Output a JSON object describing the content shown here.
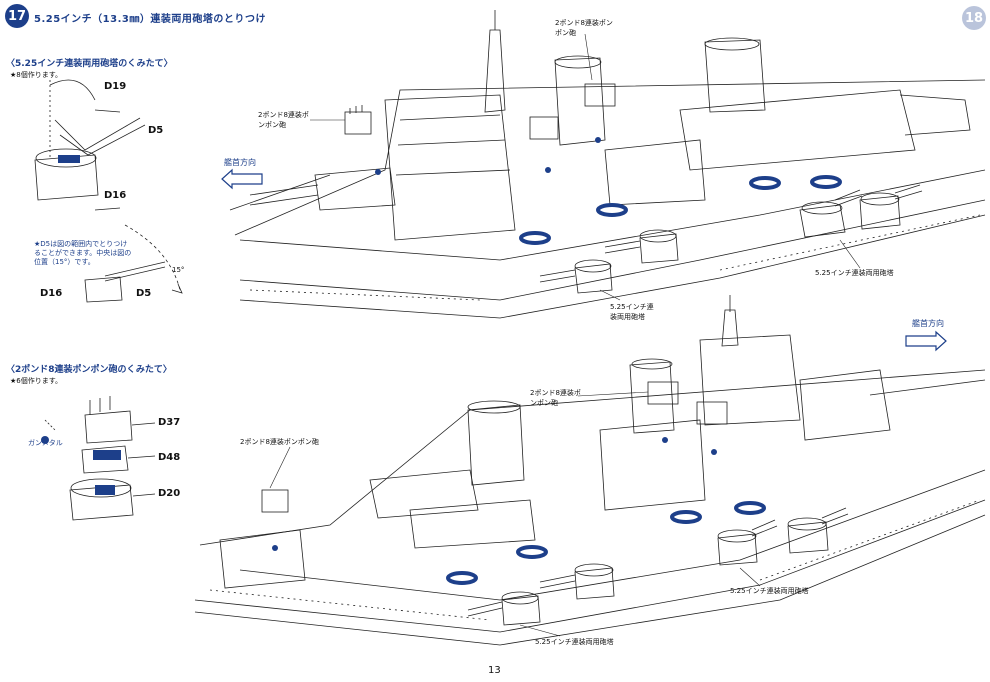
{
  "step": {
    "number": "17",
    "title": "5.25インチ（13.3㎜）連装両用砲塔のとりつけ"
  },
  "next_step_number": "18",
  "sub1": {
    "title": "〈5.25インチ連装両用砲塔のくみたて〉",
    "note": "★8個作ります。",
    "parts": [
      "D19",
      "D5",
      "D16"
    ],
    "angle_note": "★D5は図の範囲内でとりつけることができます。中央は図の位置（15°）です。",
    "angle_parts": [
      "D16",
      "D5"
    ],
    "angle_value": "15°"
  },
  "sub2": {
    "title": "〈2ポンド8連装ポンポン砲のくみたて〉",
    "note": "★6個作ります。",
    "parts": [
      "D37",
      "D48",
      "D20"
    ],
    "metal_label": "ガンメタル"
  },
  "upper_diagram": {
    "bow_label": "艦首方向",
    "labels": {
      "pompom_top": "2ポンド8連装ポンポン砲",
      "pompom_left": "2ポンド8連装ポンポン砲",
      "turret_right": "5.25インチ連装両用砲塔",
      "turret_bottom": "5.25インチ連装両用砲塔"
    }
  },
  "lower_diagram": {
    "bow_label": "艦首方向",
    "labels": {
      "pompom_mid": "2ポンド8連装ポンポン砲",
      "pompom_left": "2ポンド8連装ポンポン砲",
      "turret_right": "5.25インチ連装両用砲塔",
      "turret_bottom": "5.25インチ連装両用砲塔"
    }
  },
  "page_number": "13",
  "colors": {
    "accent": "#1d3f8a",
    "ink": "#111111",
    "paper": "#ffffff"
  }
}
